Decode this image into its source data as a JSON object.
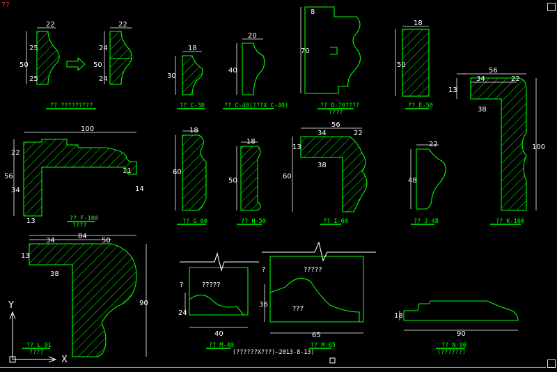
{
  "corner_mark": "??",
  "colors": {
    "background": "#000000",
    "line": "#00ff00",
    "dimension": "#ffffff",
    "hatch": "#00ff00"
  },
  "profiles": {
    "A": {
      "title": "?? ?????????",
      "dims": [
        "22",
        "50",
        "25",
        "25",
        "22",
        "24",
        "24",
        "50"
      ]
    },
    "C": {
      "title": "?? C-30",
      "dims": [
        "18",
        "30"
      ]
    },
    "C40": {
      "title": "?? C-40(???X C-40)",
      "dims": [
        "20",
        "40"
      ]
    },
    "D": {
      "title": "?? D-70????",
      "subtitle": "????",
      "dims": [
        "8",
        "70"
      ]
    },
    "E": {
      "title": "?? E-50",
      "dims": [
        "18",
        "50"
      ]
    },
    "K": {
      "title": "?? K-100",
      "dims": [
        "56",
        "34",
        "22",
        "13",
        "38",
        "100"
      ]
    },
    "F": {
      "title": "?? F-100",
      "subtitle": "????",
      "dims": [
        "100",
        "22",
        "56",
        "34",
        "13",
        "11",
        "14"
      ]
    },
    "G": {
      "title": "?? G-60",
      "dims": [
        "18",
        "60"
      ]
    },
    "H": {
      "title": "?? H-50",
      "dims": [
        "18",
        "50"
      ]
    },
    "I": {
      "title": "?? I-60",
      "dims": [
        "56",
        "34",
        "22",
        "13",
        "38",
        "60"
      ]
    },
    "J": {
      "title": "?? J-48",
      "dims": [
        "22",
        "48"
      ]
    },
    "L": {
      "title": "?? L-91",
      "subtitle": "????",
      "dims": [
        "84",
        "34",
        "50",
        "13",
        "38",
        "90"
      ]
    },
    "M40": {
      "title": "?? M-40",
      "dims": [
        "?",
        "?????",
        "24",
        "40"
      ]
    },
    "M65": {
      "title": "?? M-65",
      "dims": [
        "?",
        "?????",
        "???",
        "36",
        "65"
      ]
    },
    "N": {
      "title": "?? N-90",
      "subtitle": "(??????)",
      "dims": [
        "18",
        "90"
      ]
    }
  },
  "footer_note": "(??????X???)—2013-8-13)",
  "ucs": {
    "x_label": "X",
    "y_label": "Y"
  }
}
